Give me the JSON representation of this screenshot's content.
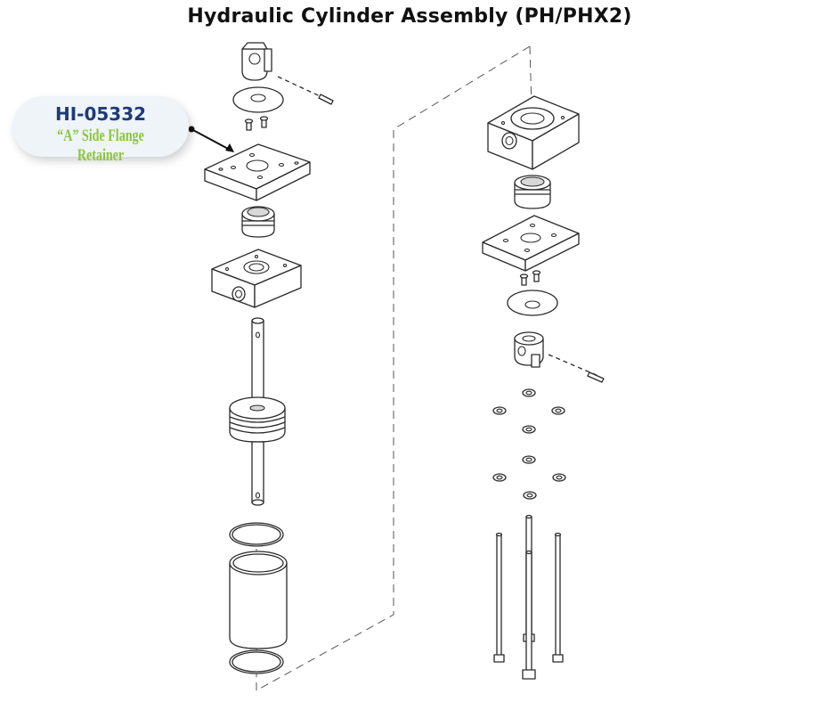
{
  "title": "Hydraulic Cylinder Assembly (PH/PHX2)",
  "callout": {
    "part_number": "HI-05332",
    "part_name": "“A” Side Flange Retainer"
  },
  "colors": {
    "part_number": "#1f3a78",
    "part_name": "#8cc63f",
    "callout_bg": "#eef4f7",
    "line": "#2a2a2a"
  }
}
